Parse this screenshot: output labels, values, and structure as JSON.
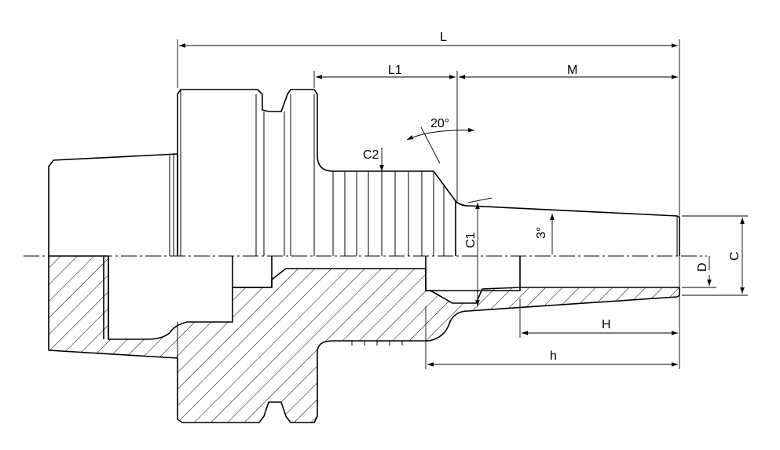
{
  "drawing": {
    "colors": {
      "line": "#000000",
      "background": "#ffffff"
    },
    "labels": {
      "L": "L",
      "L1": "L1",
      "M": "M",
      "angle_20": "20°",
      "C2": "C2",
      "C1": "C1",
      "angle_3": "3°",
      "D": "D",
      "C": "C",
      "H": "H",
      "h": "h"
    }
  }
}
